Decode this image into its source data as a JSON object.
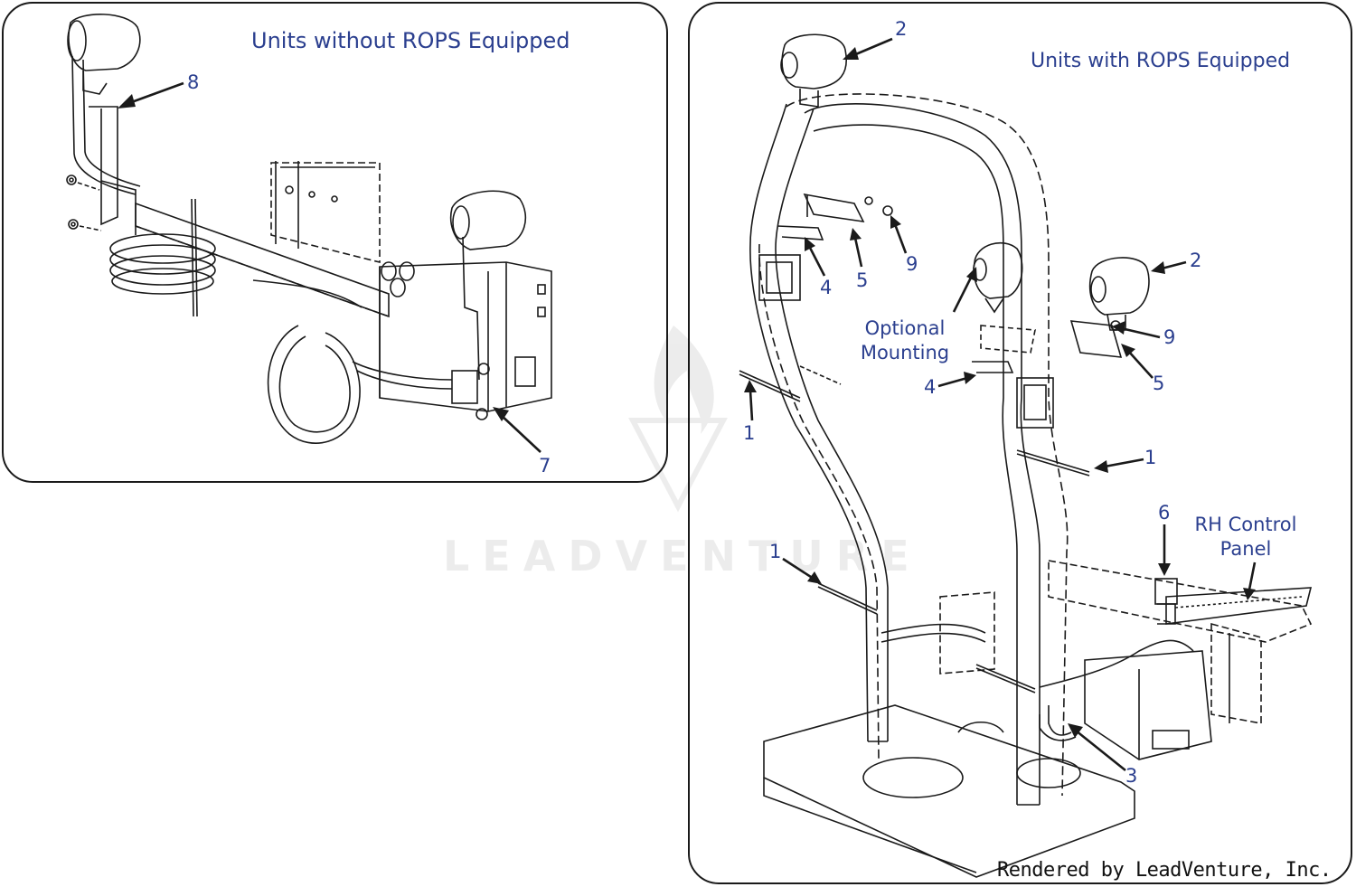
{
  "panels": {
    "left": {
      "title": "Units without ROPS Equipped"
    },
    "right": {
      "title": "Units with ROPS Equipped"
    }
  },
  "callouts": {
    "left_8": "8",
    "left_7": "7",
    "right_2a": "2",
    "right_2b": "2",
    "right_4a": "4",
    "right_5a": "5",
    "right_9a": "9",
    "right_9b": "9",
    "right_5b": "5",
    "right_4b": "4",
    "right_1a": "1",
    "right_1b": "1",
    "right_1c": "1",
    "right_6": "6",
    "right_3": "3"
  },
  "notes": {
    "optional_line1": "Optional",
    "optional_line2": "Mounting",
    "rh_line1": "RH Control",
    "rh_line2": "Panel"
  },
  "watermark": "LEADVENTURE",
  "footer": "Rendered by LeadVenture, Inc.",
  "colors": {
    "label_blue": "#2b3f8f",
    "line": "#1a1a1a"
  }
}
